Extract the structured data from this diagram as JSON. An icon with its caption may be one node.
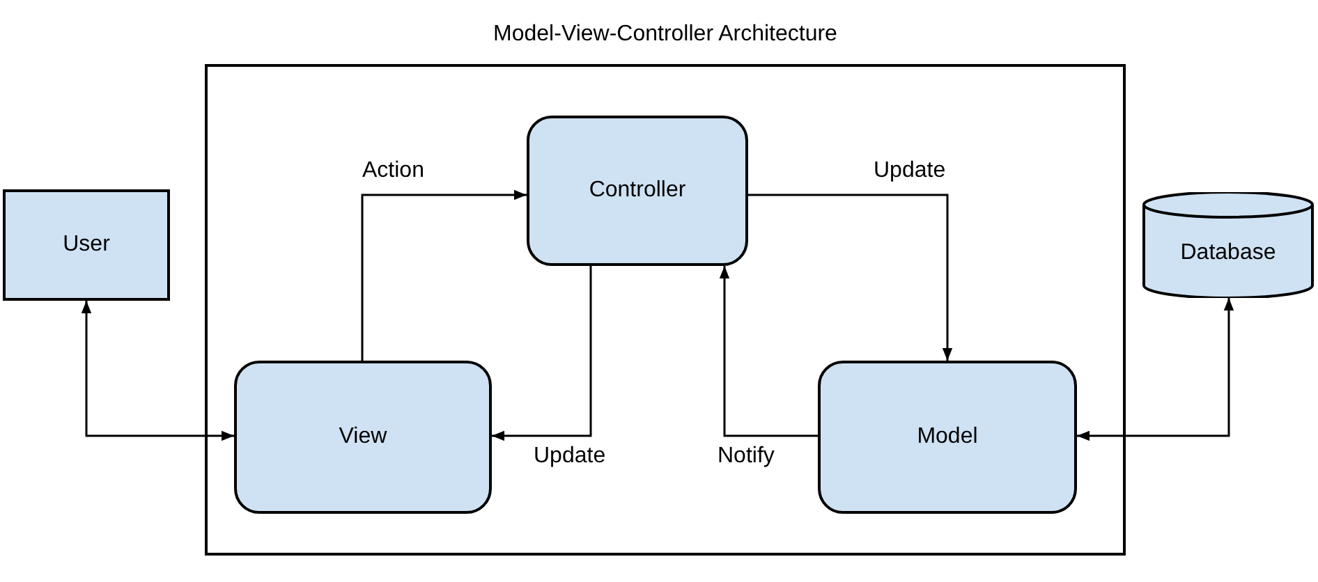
{
  "diagram": {
    "nodes": [
      {
        "text": [
          "Model-View-Controller Architecture"
        ]
      },
      {
        "text": [
          "Controller"
        ],
        "in": 0
      },
      {
        "text": [
          "View"
        ],
        "in": 0
      },
      {
        "text": [
          "Model"
        ],
        "in": 0
      },
      {
        "text": [
          "User"
        ]
      },
      {
        "text": [
          "Database"
        ]
      }
    ],
    "edges": [
      {
        "from": 2,
        "to": 1,
        "arrow": "to",
        "label": "Action"
      },
      {
        "from": 1,
        "to": 3,
        "arrow": "to",
        "label": "Update"
      },
      {
        "from": 1,
        "to": 2,
        "arrow": "to",
        "label": "Update"
      },
      {
        "from": 3,
        "to": 1,
        "arrow": "to",
        "label": "Notify"
      },
      {
        "from": 4,
        "to": 2,
        "arrow": "both"
      },
      {
        "from": 5,
        "to": 3,
        "arrow": "both"
      }
    ]
  }
}
